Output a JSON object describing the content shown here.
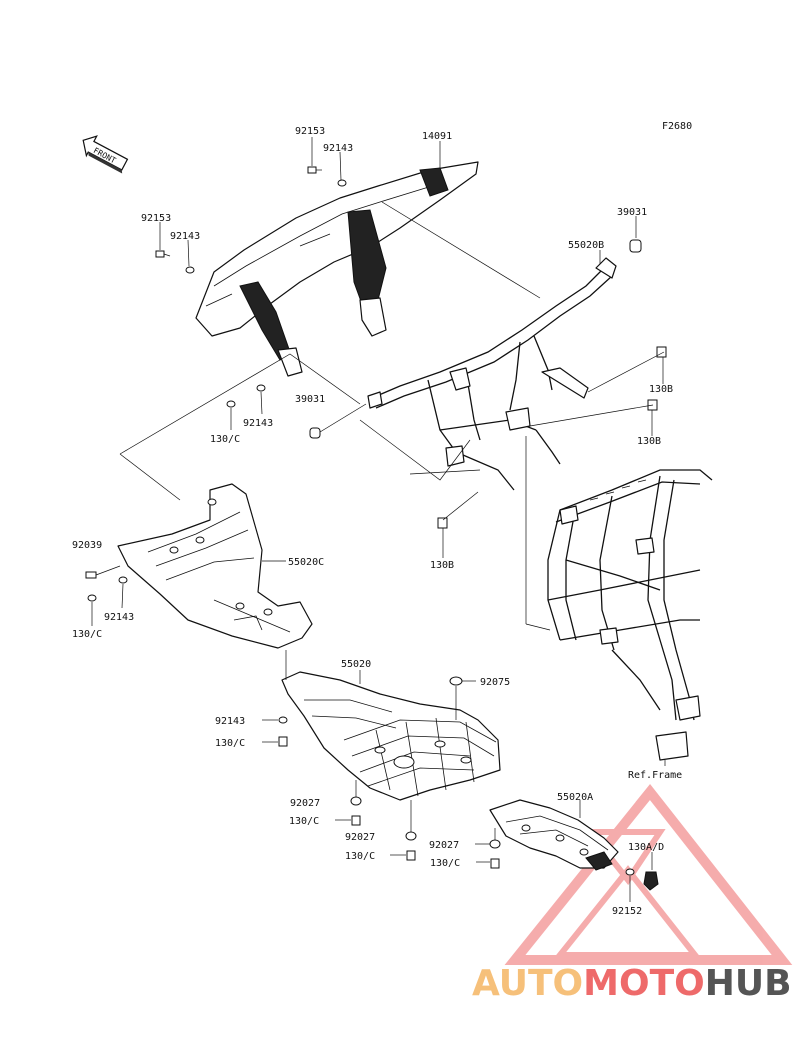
{
  "diagram_code": "F2680",
  "front_label": "FRONT",
  "ref_label": "Ref.Frame",
  "parts": {
    "p14091": "14091",
    "p92153a": "92153",
    "p92143a": "92143",
    "p92153b": "92153",
    "p92143b": "92143",
    "p39031a": "39031",
    "p55020B": "55020B",
    "p130Ba": "130B",
    "p130Bb": "130B",
    "p39031b": "39031",
    "p92143c": "92143",
    "p130Ca": "130/C",
    "p130Bc": "130B",
    "p92039": "92039",
    "p55020C": "55020C",
    "p92143d": "92143",
    "p130Cb": "130/C",
    "p55020": "55020",
    "p92075": "92075",
    "p92143e": "92143",
    "p130Cc": "130/C",
    "p92027a": "92027",
    "p130Cd": "130/C",
    "p92027b": "92027",
    "p130Ce": "130/C",
    "p55020A": "55020A",
    "p130AD": "130A/D",
    "p92027c": "92027",
    "p130Cf": "130/C",
    "p92152": "92152"
  },
  "watermark": {
    "part1": "AUTO",
    "part2": "MOTO",
    "part3": "HUB",
    "color1": "#f6c07a",
    "color2": "#ee6a6a",
    "color3": "#555555"
  }
}
